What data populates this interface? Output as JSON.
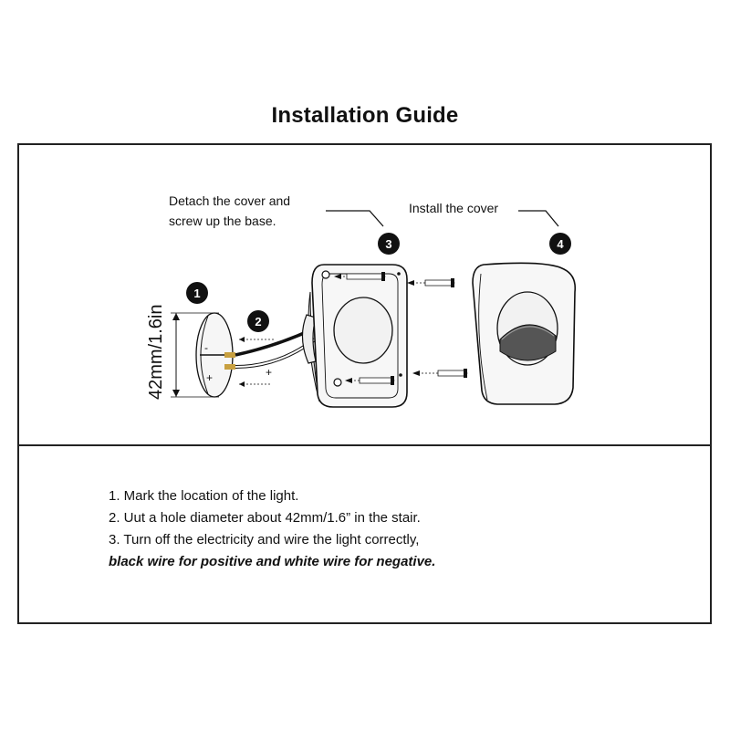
{
  "title": "Installation Guide",
  "diagram": {
    "callout_3": "Detach the cover and",
    "callout_3b": "screw up the base.",
    "callout_4": "Install the cover",
    "badges": [
      "1",
      "2",
      "3",
      "4"
    ],
    "dimension": "42mm/1.6in",
    "minus": "-",
    "plus": "+"
  },
  "steps": [
    "1. Mark the location of the light.",
    "2. Uut a hole diameter about 42mm/1.6” in the stair.",
    "3. Turn off the electricity and wire the light correctly,",
    "black wire for positive and white wire for negative."
  ],
  "colors": {
    "ink": "#111111",
    "border": "#222222",
    "gold": "#c8a040"
  }
}
